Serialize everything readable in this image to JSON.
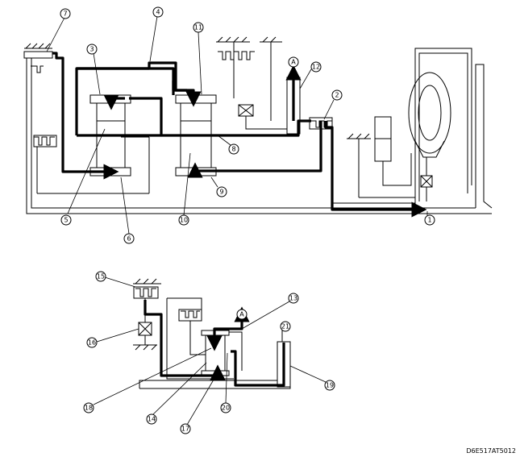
{
  "diagram_code": "D6E517AT5012",
  "callouts": [
    "7",
    "4",
    "11",
    "A",
    "12",
    "3",
    "2",
    "8",
    "5",
    "6",
    "10",
    "9",
    "1",
    "15",
    "13",
    "21",
    "16",
    "18",
    "14",
    "17",
    "20",
    "19"
  ]
}
